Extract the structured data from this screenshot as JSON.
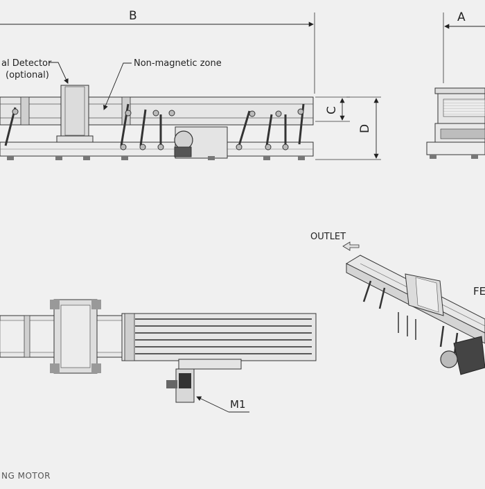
{
  "dimensions": {
    "a": "A",
    "b": "B",
    "c": "C",
    "d": "D"
  },
  "callouts": {
    "detector_line1": "al Detector",
    "detector_line2": "(optional)",
    "non_magnetic_zone": "Non-magnetic zone",
    "outlet": "OUTLET",
    "feed_partial": "FE",
    "motor_tag": "M1"
  },
  "legend": {
    "motor_note": "NG MOTOR"
  },
  "colors": {
    "background": "#f0f0f0",
    "line": "#333333",
    "light_fill": "#d8d8d8",
    "dark_fill": "#444444",
    "outlet_arrow": "#e0e0e0"
  }
}
